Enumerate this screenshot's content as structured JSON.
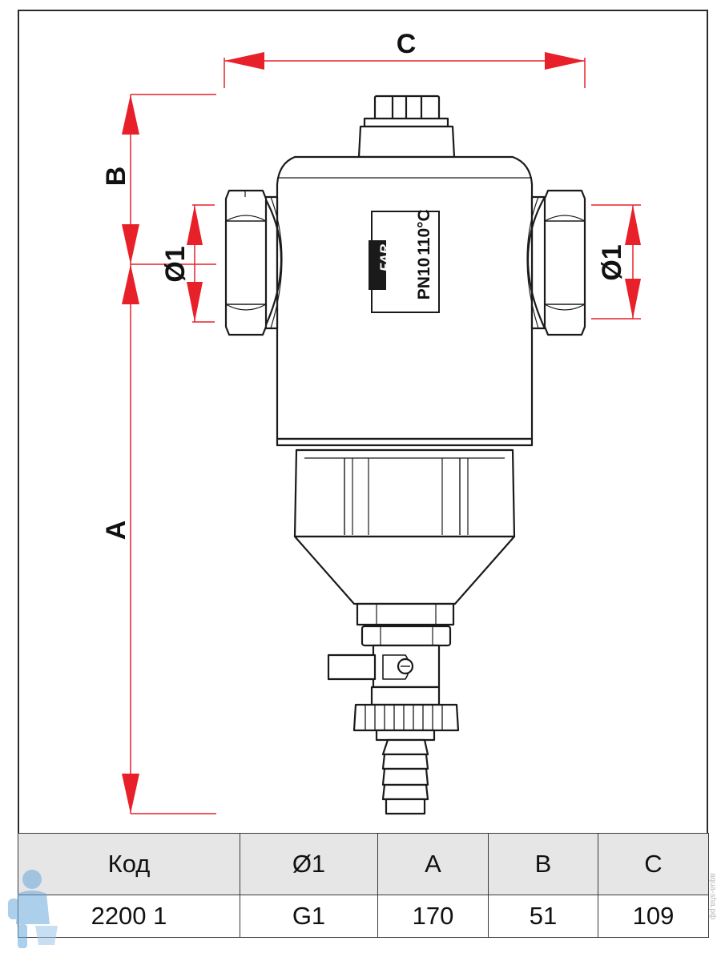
{
  "dimensions": {
    "a_label": "A",
    "b_label": "B",
    "c_label": "C",
    "d1_left_label": "Ø1",
    "d1_right_label": "Ø1"
  },
  "nameplate": {
    "brand": "FAR",
    "pressure": "PN10",
    "temperature": "110°C"
  },
  "spec_table": {
    "headers": [
      "Код",
      "Ø1",
      "A",
      "B",
      "C"
    ],
    "rows": [
      [
        "2200 1",
        "G1",
        "170",
        "51",
        "109"
      ]
    ]
  },
  "watermark": "aqua-sha.рф",
  "colors": {
    "dimension_arrow": "#e8202a",
    "outline": "#1a1a1a",
    "table_header_bg": "#e6e6e6",
    "mascot": "#6aa8dc"
  }
}
